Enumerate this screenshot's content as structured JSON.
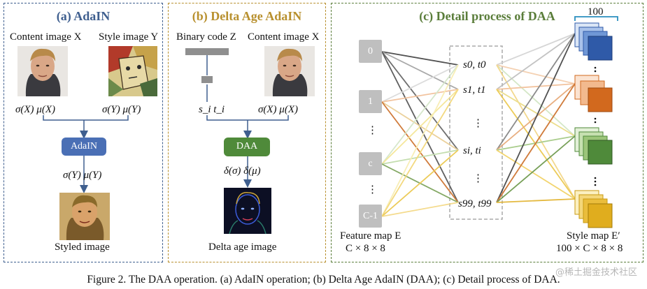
{
  "panel_a": {
    "title": "(a) AdaIN",
    "content_label": "Content image X",
    "style_label": "Style image Y",
    "stats_x": "σ(X) μ(X)",
    "stats_y": "σ(Y) μ(Y)",
    "box": "AdaIN",
    "out_stats": "σ(Y) μ(Y)",
    "output_label": "Styled image"
  },
  "panel_b": {
    "title": "(b) Delta Age AdaIN",
    "binary_label": "Binary code Z",
    "content_label": "Content image X",
    "st_label": "s_i t_i",
    "stats_x": "σ(X) μ(X)",
    "box": "DAA",
    "out_stats": "δ(σ) δ(μ)",
    "output_label": "Delta age image"
  },
  "panel_c": {
    "title": "(c) Detail process of DAA",
    "feature_nodes": [
      "0",
      "1",
      "⋮",
      "c",
      "⋮",
      "C-1"
    ],
    "param_nodes": [
      "s0, t0",
      "s1, t1",
      "⋮",
      "si, ti",
      "⋮",
      "s99, t99"
    ],
    "top_count": "100",
    "feature_label": "Feature map E",
    "feature_dims": "C × 8 × 8",
    "style_label": "Style map E′",
    "style_dims": "100 × C × 8 × 8"
  },
  "colors": {
    "adain_box": "#4a6fb5",
    "daa_box": "#4f8a3a",
    "stack_blue": "#2f5aa8",
    "stack_orange": "#d2691e",
    "stack_green": "#4f8a3a",
    "stack_yellow": "#e0ad1e"
  },
  "caption": "Figure 2. The DAA operation. (a) AdaIN operation; (b) Delta Age AdaIN (DAA); (c) Detail process of DAA.",
  "watermark": "@稀土掘金技术社区"
}
